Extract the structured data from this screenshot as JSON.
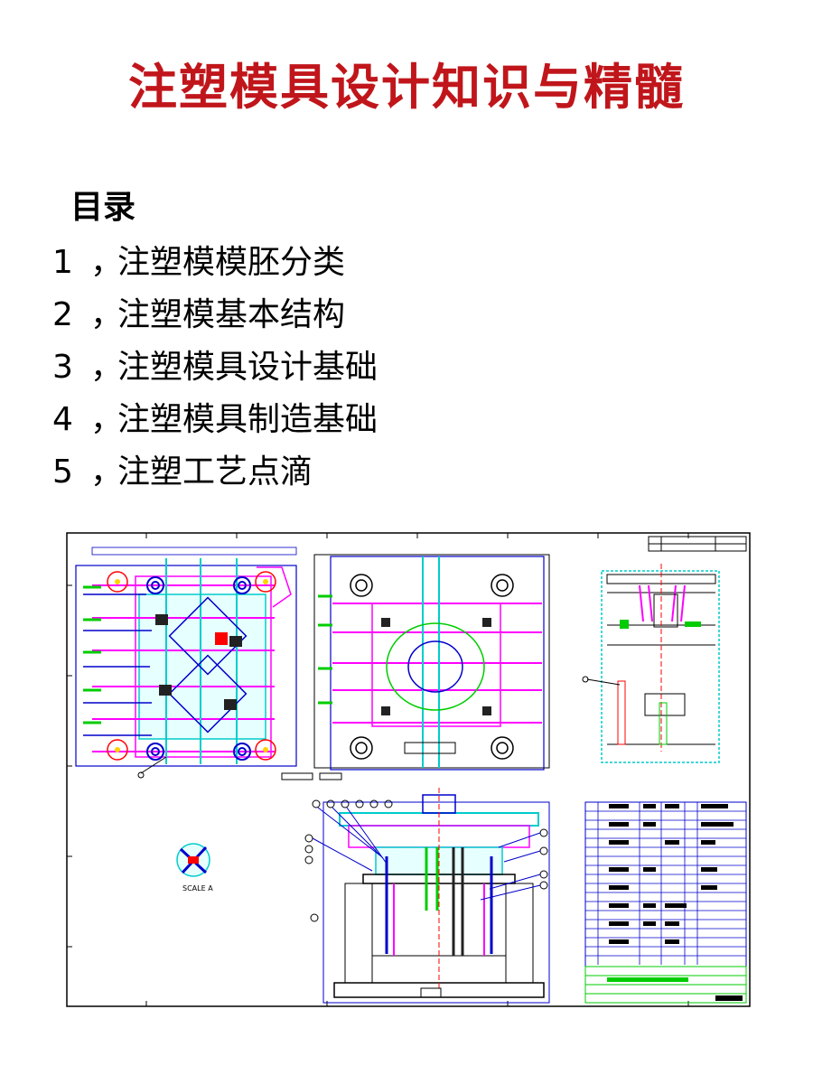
{
  "colors": {
    "title": "#c0161b",
    "text": "#000000"
  },
  "page": {
    "title": "注塑模具设计知识与精髓"
  },
  "toc": {
    "heading": "目录",
    "items": [
      {
        "num": "1",
        "sep": "，",
        "label": "注塑模模胚分类"
      },
      {
        "num": "2",
        "sep": "，",
        "label": "注塑模基本结构"
      },
      {
        "num": "3",
        "sep": "，",
        "label": "注塑模具设计基础"
      },
      {
        "num": "4",
        "sep": "，",
        "label": "注塑模具制造基础"
      },
      {
        "num": "5",
        "sep": "，",
        "label": "注塑工艺点滴"
      }
    ]
  },
  "drawing": {
    "icon": "cad-mold-assembly-drawing",
    "detail_label": "SCALE A"
  }
}
